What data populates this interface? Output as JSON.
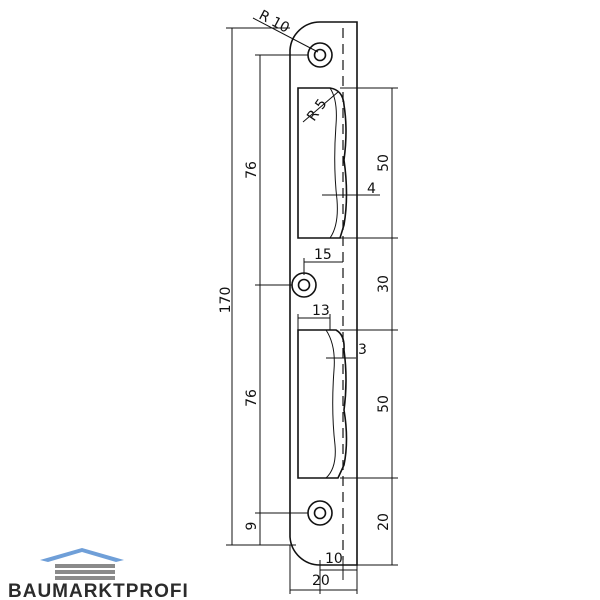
{
  "drawing": {
    "dimensions": {
      "radius_top": "R 10",
      "radius_slot": "R 5",
      "total_height": "170",
      "upper_span": "76",
      "lower_span": "76",
      "bottom_offset": "9",
      "slot_height_upper": "50",
      "slot_depth_upper": "4",
      "center_gap": "30",
      "hole_offset": "15",
      "slot_offset_lower": "13",
      "slot_depth_lower": "3",
      "slot_height_lower": "50",
      "bottom_margin": "20",
      "hole_to_edge": "10",
      "plate_width": "20"
    }
  },
  "logo": {
    "text": "BAUMARKTPROFI",
    "colors": {
      "roof": "#6f9fd8",
      "bars": "#8a8a8a",
      "text": "#2b2b2b"
    }
  }
}
